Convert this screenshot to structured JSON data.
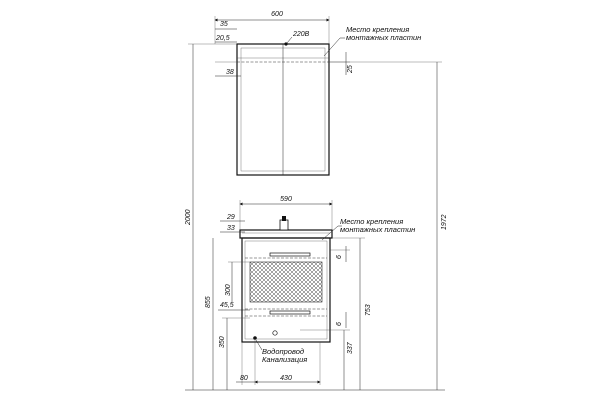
{
  "mirror_cabinet": {
    "width": "600",
    "dim_35": "35",
    "dim_20_5": "20,5",
    "dim_38": "38",
    "dim_25": "25",
    "outlet": "220В",
    "mount_note_line1": "Место крепления",
    "mount_note_line2": "монтажных пластин"
  },
  "vanity": {
    "width": "590",
    "dim_29": "29",
    "dim_33": "33",
    "dim_6_top": "6",
    "dim_300": "300",
    "dim_45_5": "45,5",
    "dim_6_bottom": "6",
    "dim_350": "350",
    "dim_80": "80",
    "dim_430": "430",
    "dim_753": "753",
    "dim_337": "337",
    "water_label": "Водопровод",
    "drain_label": "Канализация",
    "mount_note_line1": "Место крепления",
    "mount_note_line2": "монтажных пластин"
  },
  "overall": {
    "height_2000": "2000",
    "height_1972": "1972",
    "height_855": "855"
  }
}
